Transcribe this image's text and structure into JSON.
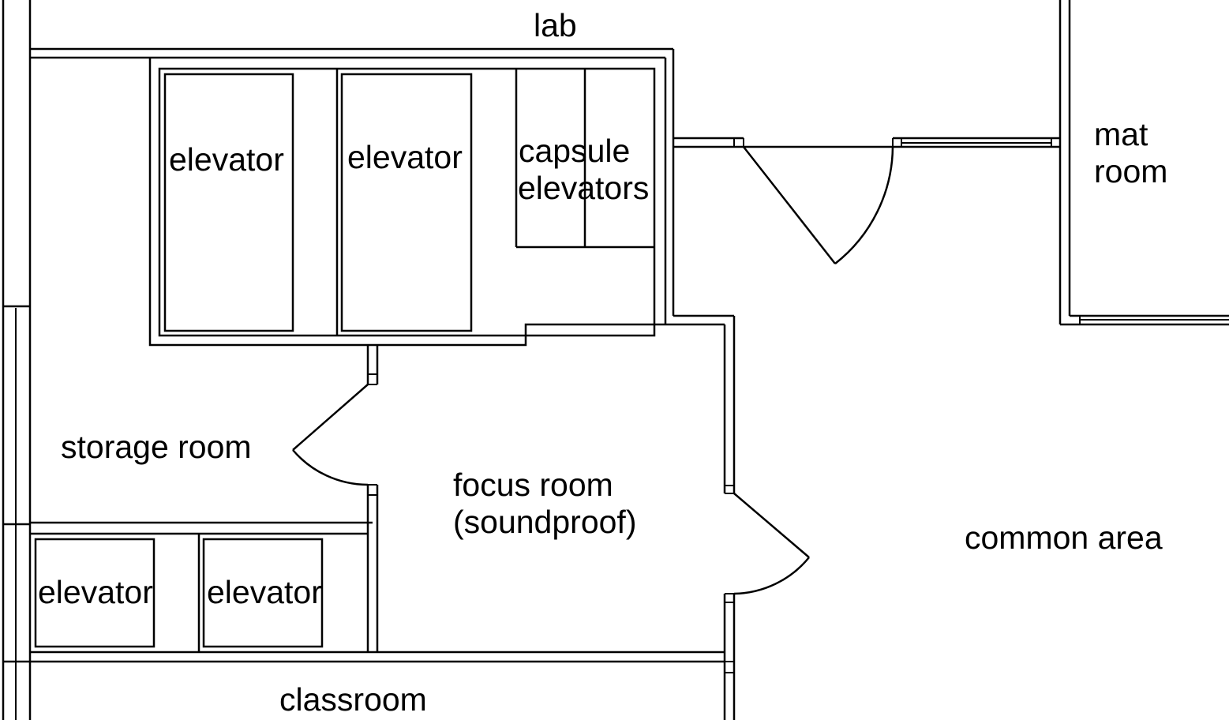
{
  "rooms": {
    "lab": "lab",
    "mat_room_line1": "mat",
    "mat_room_line2": "room",
    "elevator_upper_left": "elevator",
    "elevator_upper_right": "elevator",
    "capsule_line1": "capsule",
    "capsule_line2": "elevators",
    "storage_room": "storage room",
    "focus_line1": "focus room",
    "focus_line2": "(soundproof)",
    "common_area": "common area",
    "elevator_lower_left": "elevator",
    "elevator_lower_right": "elevator",
    "classroom": "classroom"
  },
  "colors": {
    "line": "#000000",
    "background": "#ffffff"
  }
}
